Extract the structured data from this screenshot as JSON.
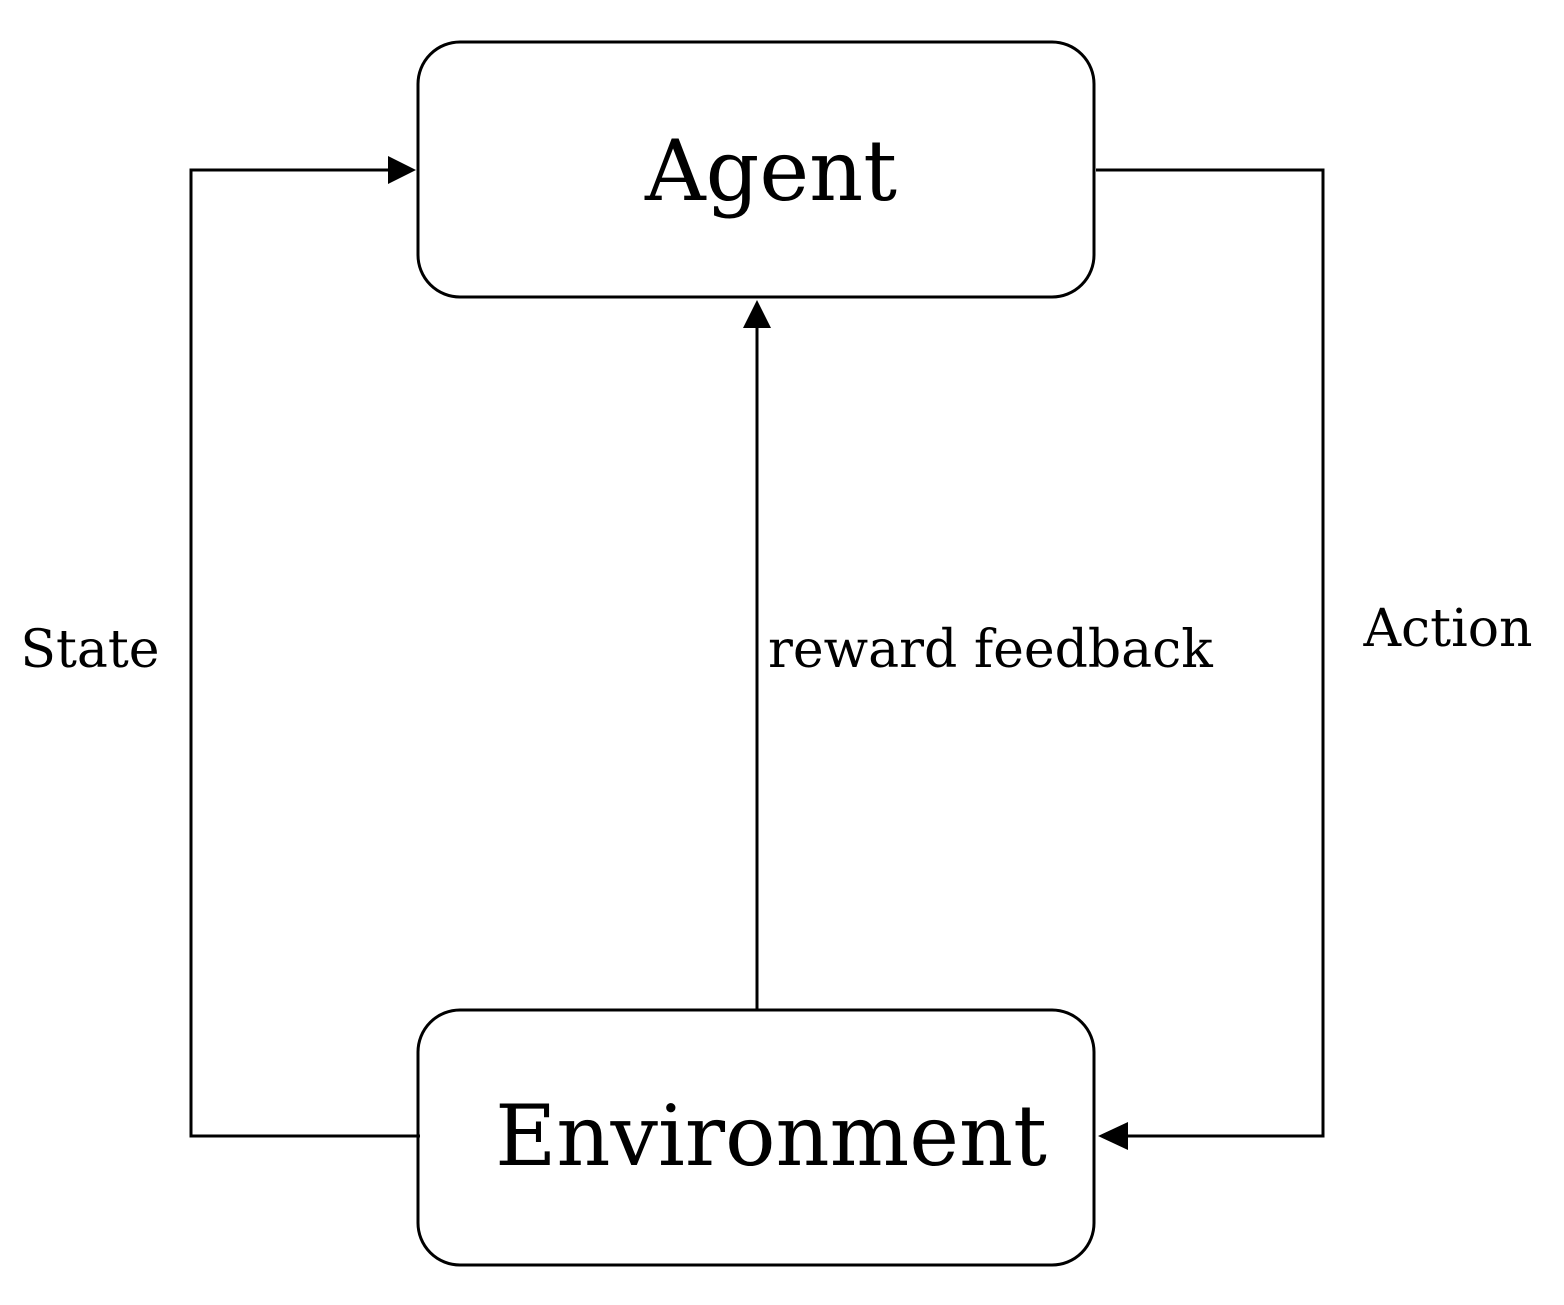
{
  "nodes": {
    "agent": {
      "label": "Agent"
    },
    "environment": {
      "label": "Environment"
    }
  },
  "edges": {
    "state": {
      "label": "State",
      "from": "Environment",
      "to": "Agent"
    },
    "reward": {
      "label": "reward feedback",
      "from": "Environment",
      "to": "Agent"
    },
    "action": {
      "label": "Action",
      "from": "Agent",
      "to": "Environment"
    }
  },
  "colors": {
    "stroke": "#000000",
    "background": "#ffffff"
  }
}
